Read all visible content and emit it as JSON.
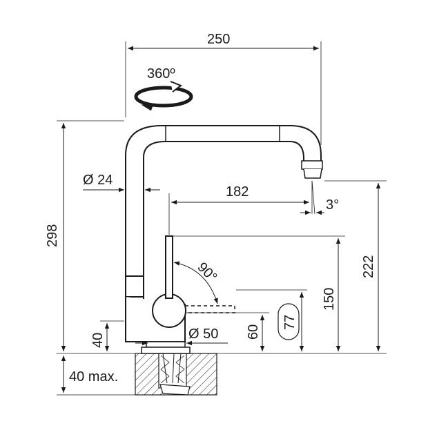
{
  "dimensions": {
    "width_total": "250",
    "rotation": "360º",
    "height_total": "298",
    "spout_diameter": "Ø 24",
    "reach": "182",
    "spout_angle": "3°",
    "outlet_height": "222",
    "lever_angle": "90°",
    "lever_height": "150",
    "lever_clearance": "77",
    "base_height": "60",
    "base_diameter": "Ø 50",
    "base_offset": "40",
    "counter_thickness": "40 max."
  },
  "colors": {
    "line": "#1a1a1a",
    "background": "#ffffff"
  }
}
